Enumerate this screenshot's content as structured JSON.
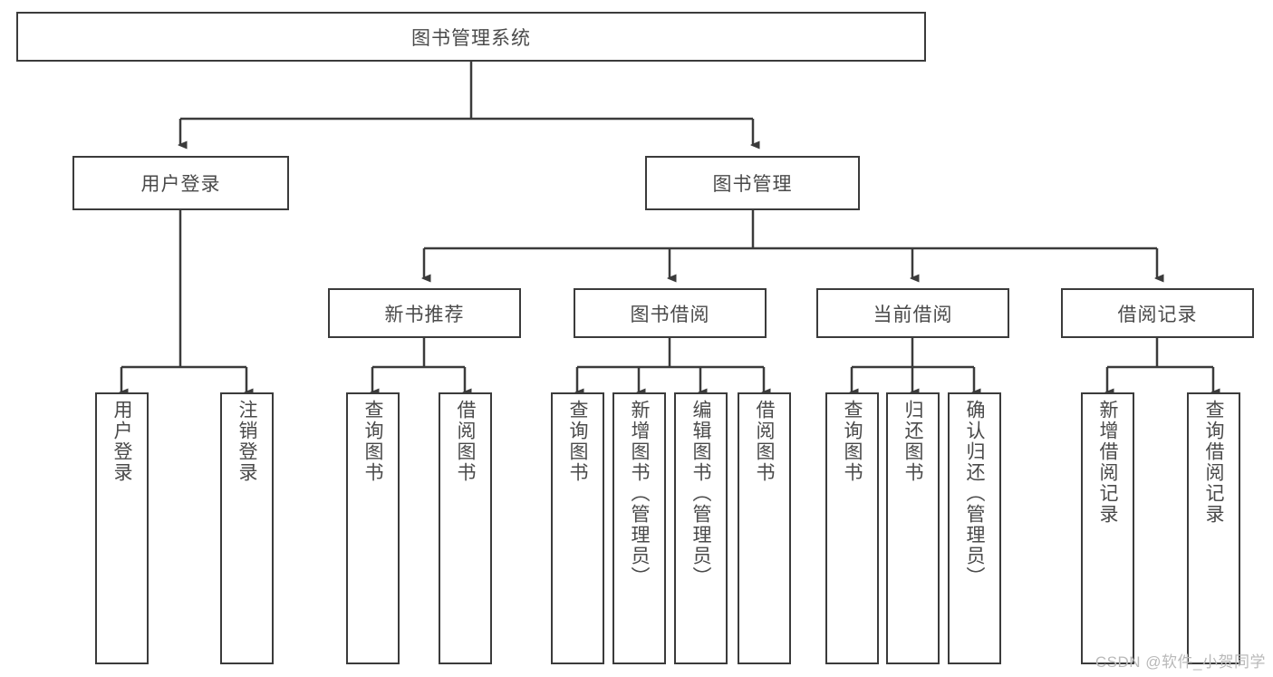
{
  "diagram": {
    "title_node": {
      "id": "root",
      "label": "图书管理系统"
    },
    "level2": [
      {
        "id": "user-login",
        "label": "用户登录"
      },
      {
        "id": "book-manage",
        "label": "图书管理"
      }
    ],
    "level3": [
      {
        "id": "new-book-recommend",
        "label": "新书推荐"
      },
      {
        "id": "book-borrow",
        "label": "图书借阅"
      },
      {
        "id": "current-borrow",
        "label": "当前借阅"
      },
      {
        "id": "borrow-record",
        "label": "借阅记录"
      }
    ],
    "leaves": [
      {
        "id": "leaf-user-login",
        "label": "用户登录",
        "parent": "user-login"
      },
      {
        "id": "leaf-logout-login",
        "label": "注销登录",
        "parent": "user-login"
      },
      {
        "id": "leaf-query-book-1",
        "label": "查询图书",
        "parent": "new-book-recommend"
      },
      {
        "id": "leaf-borrow-book-1",
        "label": "借阅图书",
        "parent": "new-book-recommend"
      },
      {
        "id": "leaf-query-book-2",
        "label": "查询图书",
        "parent": "book-borrow"
      },
      {
        "id": "leaf-add-book",
        "label": "新增图书（管理员）",
        "parent": "book-borrow"
      },
      {
        "id": "leaf-edit-book",
        "label": "编辑图书（管理员）",
        "parent": "book-borrow"
      },
      {
        "id": "leaf-borrow-book-2",
        "label": "借阅图书",
        "parent": "book-borrow"
      },
      {
        "id": "leaf-query-book-3",
        "label": "查询图书",
        "parent": "current-borrow"
      },
      {
        "id": "leaf-return-book",
        "label": "归还图书",
        "parent": "current-borrow"
      },
      {
        "id": "leaf-confirm-return",
        "label": "确认归还（管理员）",
        "parent": "current-borrow"
      },
      {
        "id": "leaf-add-record",
        "label": "新增借阅记录",
        "parent": "borrow-record"
      },
      {
        "id": "leaf-query-record",
        "label": "查询借阅记录",
        "parent": "borrow-record"
      }
    ],
    "watermark": "CSDN @软件_小贺同学",
    "colors": {
      "border": "#3b3b3b",
      "text": "#4a4a4a",
      "background": "#ffffff",
      "watermark": "#b9b9b9"
    }
  }
}
